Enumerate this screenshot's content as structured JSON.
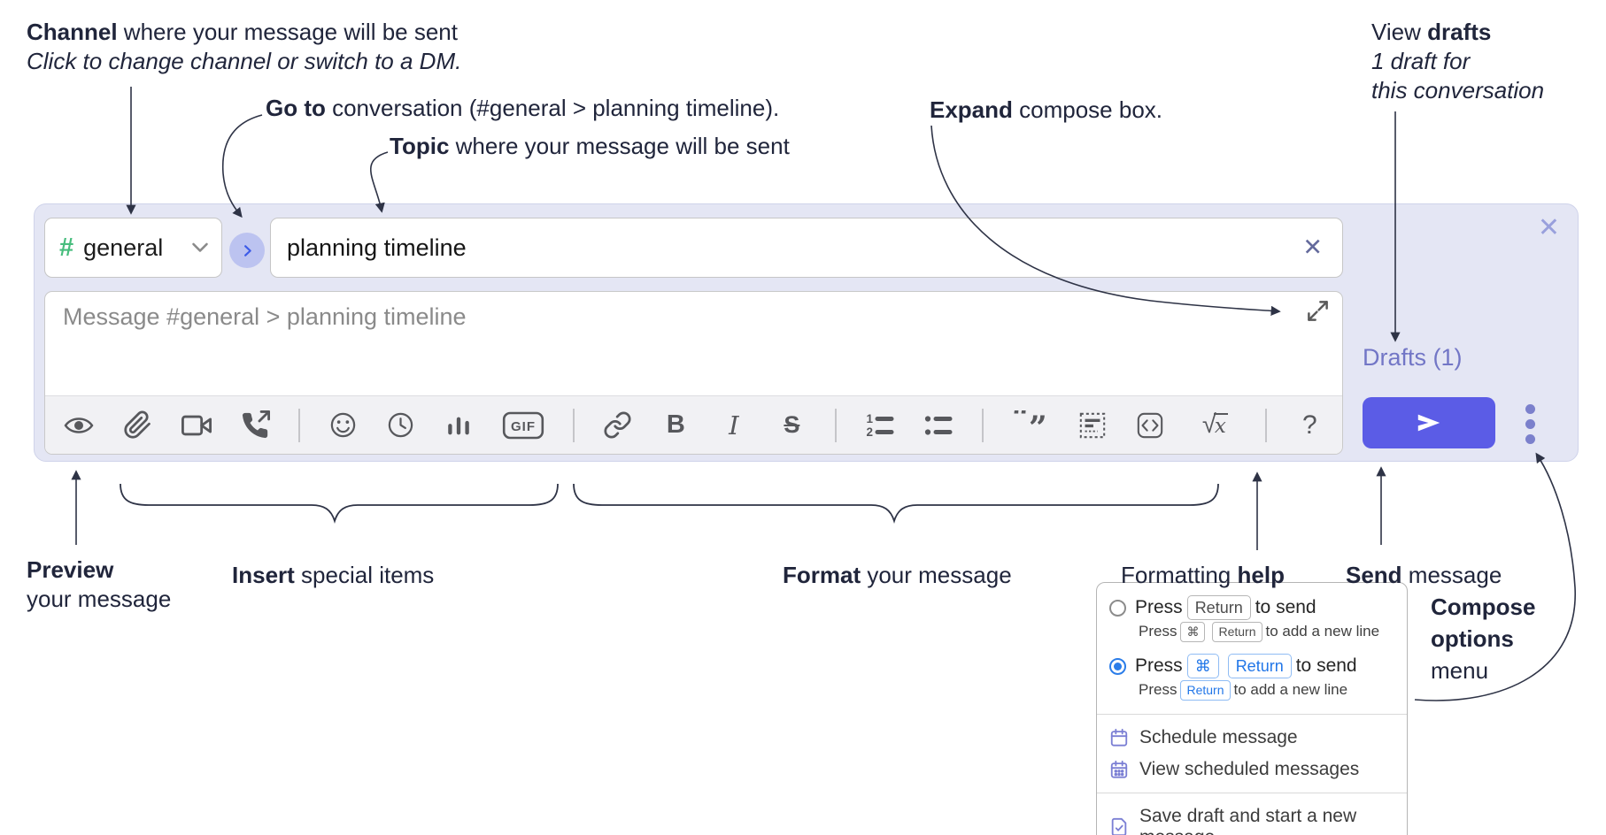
{
  "colors": {
    "send_bg": "#5b5ce6",
    "drafts_link": "#7276c6",
    "hash_green": "#47bd7d",
    "kbd_blue": "#2176e8",
    "kbd_blue_border": "#8fbcf4",
    "radio_blue": "#2b7de9",
    "menu_icon": "#7b7fd4",
    "goto_circle_bg": "#bcc3f0",
    "goto_chevron": "#3d5be8",
    "annotation_text": "#20253b",
    "arrow_stroke": "#2e3346",
    "compose_bg": "#e4e6f4",
    "toolbar_bg": "#f1f1f4",
    "close_x": "#99a0dc",
    "clear_x": "#646a9c"
  },
  "annotations": {
    "channel_bold": "Channel",
    "channel_rest": " where your message will be sent",
    "channel_sub": "Click to change channel or switch to a DM.",
    "goto_bold": "Go to",
    "goto_rest": " conversation (#general > planning timeline).",
    "topic_bold": "Topic",
    "topic_rest": " where your message will be sent",
    "expand_bold": "Expand",
    "expand_rest": " compose box.",
    "drafts_pre": "View ",
    "drafts_bold": "drafts",
    "drafts_line2": "1 draft for",
    "drafts_line3": "this conversation",
    "preview_bold": "Preview",
    "preview_line2": "your message",
    "insert_bold": "Insert",
    "insert_rest": " special items",
    "format_bold": "Format",
    "format_rest": " your message",
    "help_pre": "Formatting ",
    "help_bold": "help",
    "send_bold": "Send",
    "send_rest": " message",
    "options_line1": "Compose",
    "options_line2": "options",
    "options_line3": "menu"
  },
  "compose": {
    "hash": "#",
    "channel_name": "general",
    "topic_value": "planning timeline",
    "clear_x": "✕",
    "close_x": "✕",
    "message_placeholder": "Message #general > planning timeline",
    "drafts_link": "Drafts (1)"
  },
  "toolbar": {
    "icons": [
      "preview-eye",
      "attach-file",
      "start-video-call",
      "start-voice-call",
      "emoji",
      "global-time",
      "poll",
      "gif",
      "link",
      "bold",
      "italic",
      "strikethrough",
      "numbered-list",
      "bulleted-list",
      "quote",
      "spoiler",
      "code",
      "math",
      "message-formatting-help"
    ],
    "gif": "GIF",
    "bold": "B",
    "italic": "I",
    "strike": "S",
    "ol1": "1",
    "ol2": "2",
    "quote_open": "“",
    "quote_close": "”",
    "sqrt": "√",
    "math_x": "x",
    "help": "?"
  },
  "popup": {
    "options": [
      {
        "selected": false,
        "radio_class": "radio",
        "main_pre": "Press",
        "main_key1": "Return",
        "main_post": "to send",
        "sub_pre": "Press",
        "sub_key1": "⌘",
        "sub_key2": "Return",
        "sub_post": "to add a new line"
      },
      {
        "selected": true,
        "radio_class": "radio sel",
        "main_pre": "Press",
        "main_key1": "⌘",
        "main_key2": "Return",
        "main_post": "to send",
        "sub_pre": "Press",
        "sub_key1": "Return",
        "sub_post": "to add a new line"
      }
    ],
    "menu_items": [
      {
        "label": "Schedule message"
      },
      {
        "label": "View scheduled messages"
      },
      {
        "label": "Save draft and start a new message"
      }
    ]
  }
}
